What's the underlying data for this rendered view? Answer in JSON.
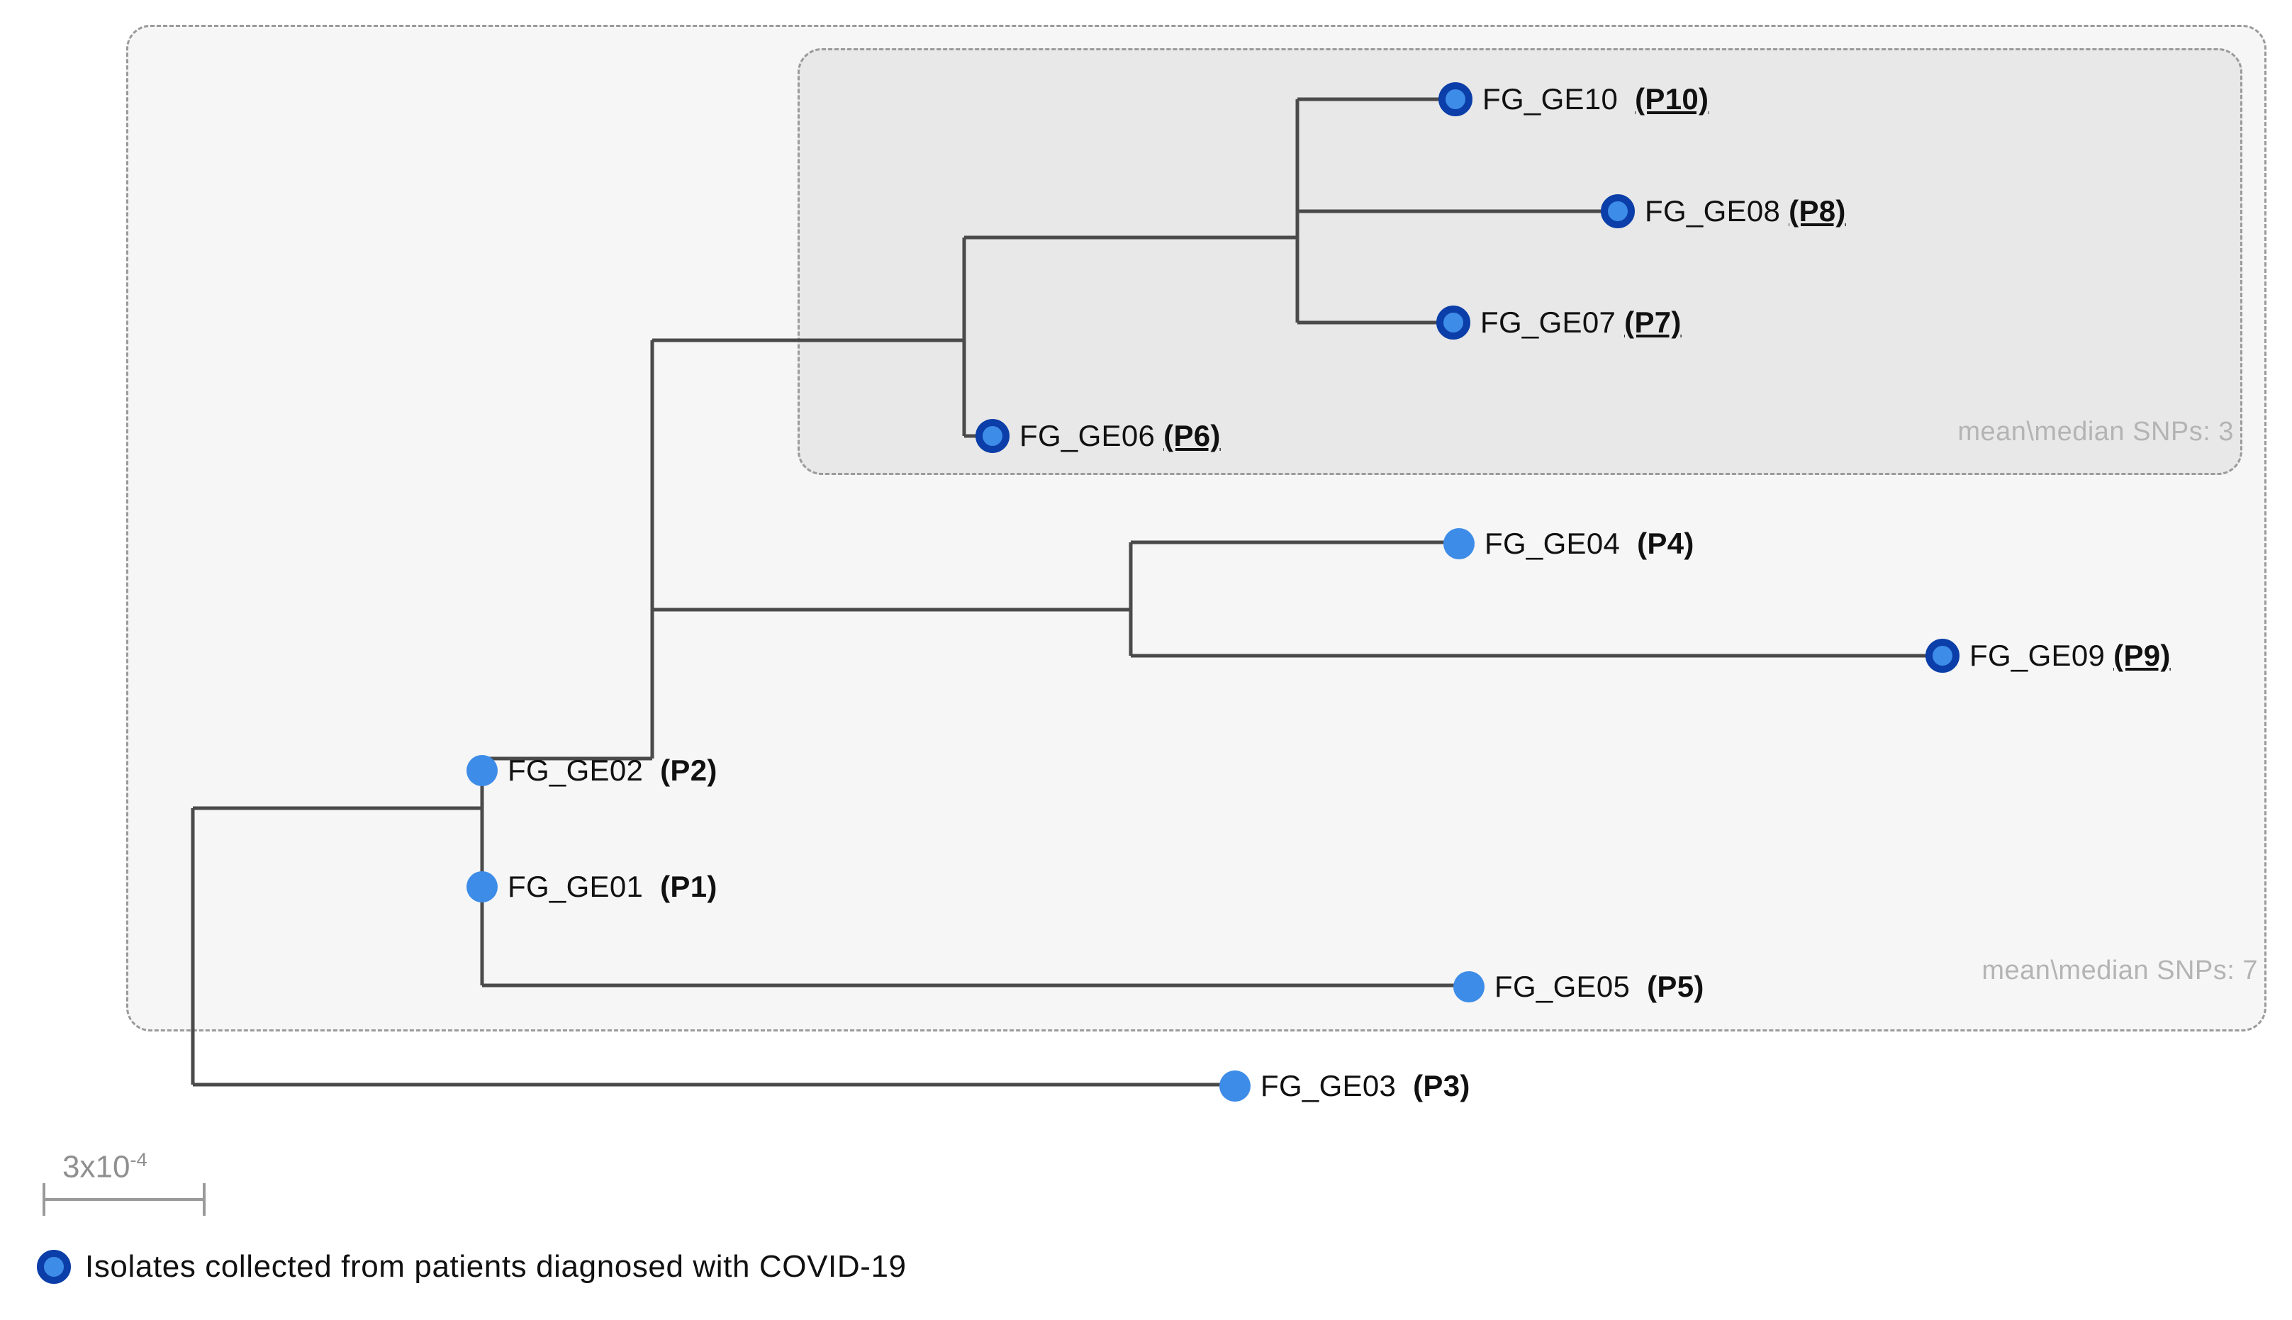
{
  "chart_data": {
    "type": "diagram",
    "subtype": "phylogenetic-tree",
    "title": "",
    "scale_bar": {
      "label_prefix": "3x10",
      "label_exponent": "-4",
      "value": 0.0003
    },
    "legend": {
      "marker": "blue-ringed-circle",
      "text": "Isolates collected from patients diagnosed with COVID-19"
    },
    "clades": [
      {
        "id": "outer",
        "snp_label": "mean\\median SNPs: 7",
        "members": [
          "FG_GE10",
          "FG_GE08",
          "FG_GE07",
          "FG_GE06",
          "FG_GE04",
          "FG_GE09",
          "FG_GE02",
          "FG_GE01",
          "FG_GE05"
        ]
      },
      {
        "id": "inner",
        "snp_label": "mean\\median SNPs: 3",
        "members": [
          "FG_GE10",
          "FG_GE08",
          "FG_GE07",
          "FG_GE06"
        ]
      }
    ],
    "tips": [
      {
        "isolate": "FG_GE10",
        "patient": "(P10)",
        "underlined": true,
        "marker": "ringed"
      },
      {
        "isolate": "FG_GE08",
        "patient": "(P8)",
        "underlined": true,
        "marker": "ringed"
      },
      {
        "isolate": "FG_GE07",
        "patient": "(P7)",
        "underlined": true,
        "marker": "ringed"
      },
      {
        "isolate": "FG_GE06",
        "patient": "(P6)",
        "underlined": true,
        "marker": "ringed"
      },
      {
        "isolate": "FG_GE04",
        "patient": "(P4)",
        "underlined": false,
        "marker": "plain"
      },
      {
        "isolate": "FG_GE09",
        "patient": "(P9)",
        "underlined": true,
        "marker": "ringed"
      },
      {
        "isolate": "FG_GE02",
        "patient": "(P2)",
        "underlined": false,
        "marker": "plain"
      },
      {
        "isolate": "FG_GE01",
        "patient": "(P1)",
        "underlined": false,
        "marker": "plain"
      },
      {
        "isolate": "FG_GE05",
        "patient": "(P5)",
        "underlined": false,
        "marker": "plain"
      },
      {
        "isolate": "FG_GE03",
        "patient": "(P3)",
        "underlined": false,
        "marker": "plain"
      }
    ],
    "colors": {
      "marker_fill": "#3d8ce8",
      "marker_ring": "#0b3ea8",
      "branch": "#4a4a4a",
      "clade_border": "#9a9a9a",
      "outer_clade_fill": "#f6f6f6",
      "inner_clade_fill": "#e8e8e8",
      "snp_text": "#b4b4b4",
      "scale_text": "#8f8f8f"
    }
  },
  "tree": {
    "tips": {
      "p10": {
        "isolate": "FG_GE10",
        "patient": "(P10)"
      },
      "p8": {
        "isolate": "FG_GE08",
        "patient": "(P8)"
      },
      "p7": {
        "isolate": "FG_GE07",
        "patient": "(P7)"
      },
      "p6": {
        "isolate": "FG_GE06",
        "patient": "(P6)"
      },
      "p4": {
        "isolate": "FG_GE04",
        "patient": "(P4)"
      },
      "p9": {
        "isolate": "FG_GE09",
        "patient": "(P9)"
      },
      "p2": {
        "isolate": "FG_GE02",
        "patient": "(P2)"
      },
      "p1": {
        "isolate": "FG_GE01",
        "patient": "(P1)"
      },
      "p5": {
        "isolate": "FG_GE05",
        "patient": "(P5)"
      },
      "p3": {
        "isolate": "FG_GE03",
        "patient": "(P3)"
      }
    }
  },
  "annotations": {
    "inner_snp": "mean\\median SNPs: 3",
    "outer_snp": "mean\\median SNPs: 7"
  },
  "scale": {
    "label_prefix": "3x10",
    "label_exponent": "-4"
  },
  "legend": {
    "text": "Isolates collected from patients diagnosed with COVID-19"
  }
}
